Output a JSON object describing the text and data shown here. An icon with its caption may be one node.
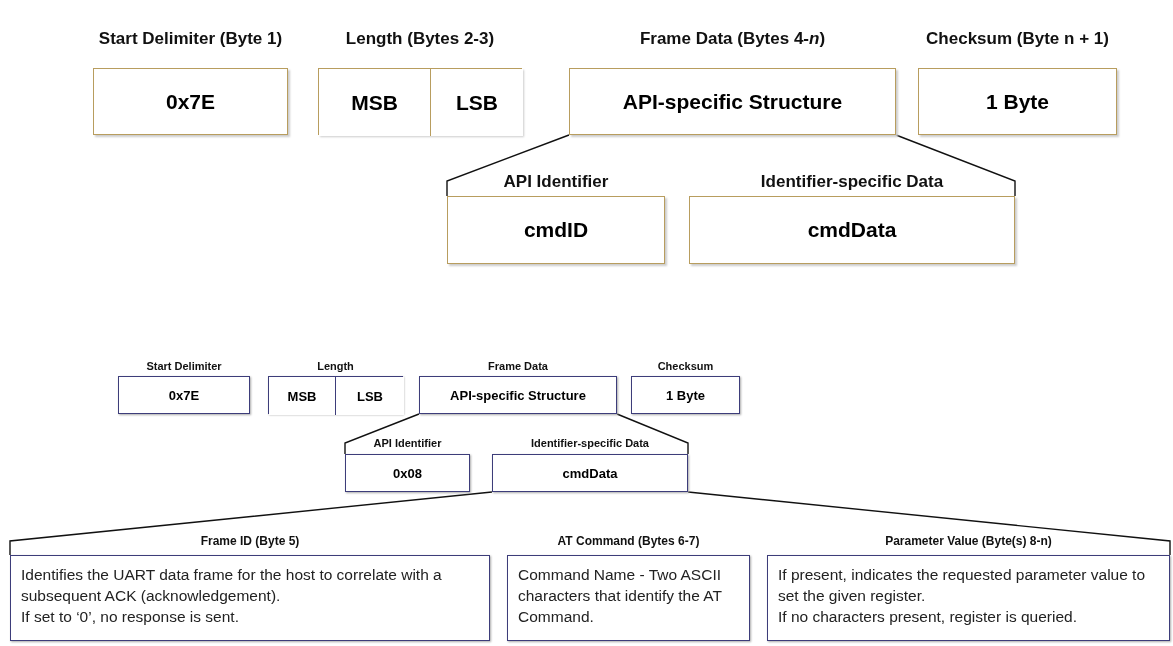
{
  "diagram": {
    "nodes": [
      {
        "text": [
          "Start Delimiter (Byte 1)",
          "0x7E"
        ]
      },
      {
        "text": [
          "Length (Bytes 2-3)"
        ]
      },
      {
        "text": [
          "MSB"
        ],
        "in": 1
      },
      {
        "text": [
          "LSB"
        ],
        "in": 1
      },
      {
        "text": [
          "Frame Data (Bytes 4-*n*)",
          "API-specific Structure"
        ]
      },
      {
        "text": [
          "Checksum (Byte n + 1)",
          "1 Byte"
        ]
      },
      {
        "text": [
          "API Identifier",
          "cmdID"
        ]
      },
      {
        "text": [
          "Identifier-specific Data",
          "cmdData"
        ]
      },
      {
        "text": [
          "Start Delimiter",
          "0x7E"
        ]
      },
      {
        "text": [
          "Length"
        ]
      },
      {
        "text": [
          "MSB"
        ],
        "in": 9
      },
      {
        "text": [
          "LSB"
        ],
        "in": 9
      },
      {
        "text": [
          "Frame Data",
          "API-specific Structure"
        ]
      },
      {
        "text": [
          "Checksum",
          "1 Byte"
        ]
      },
      {
        "text": [
          "API Identifier",
          "0x08"
        ]
      },
      {
        "text": [
          "Identifier-specific Data",
          "cmdData"
        ]
      },
      {
        "text": [
          "Frame ID (Byte 5)",
          "Identifies the UART data frame for the host to correlate with a subsequent ACK (acknowledgement).",
          "If set to ‘0’, no response is sent."
        ]
      },
      {
        "text": [
          "AT Command (Bytes 6-7)",
          "Command Name - Two ASCII characters that identify the AT Command."
        ]
      },
      {
        "text": [
          "Parameter Value (Byte(s) 8-n)",
          "If present, indicates the requested parameter value to set the given register.",
          "If no characters present, register is queried."
        ]
      }
    ],
    "edges": [
      {
        "from": 4,
        "to": 6,
        "arrow": "none"
      },
      {
        "from": 4,
        "to": 7,
        "arrow": "none"
      },
      {
        "from": 12,
        "to": 14,
        "arrow": "none"
      },
      {
        "from": 12,
        "to": 15,
        "arrow": "none"
      },
      {
        "from": 15,
        "to": 16,
        "arrow": "none"
      },
      {
        "from": 15,
        "to": 18,
        "arrow": "none"
      }
    ]
  }
}
